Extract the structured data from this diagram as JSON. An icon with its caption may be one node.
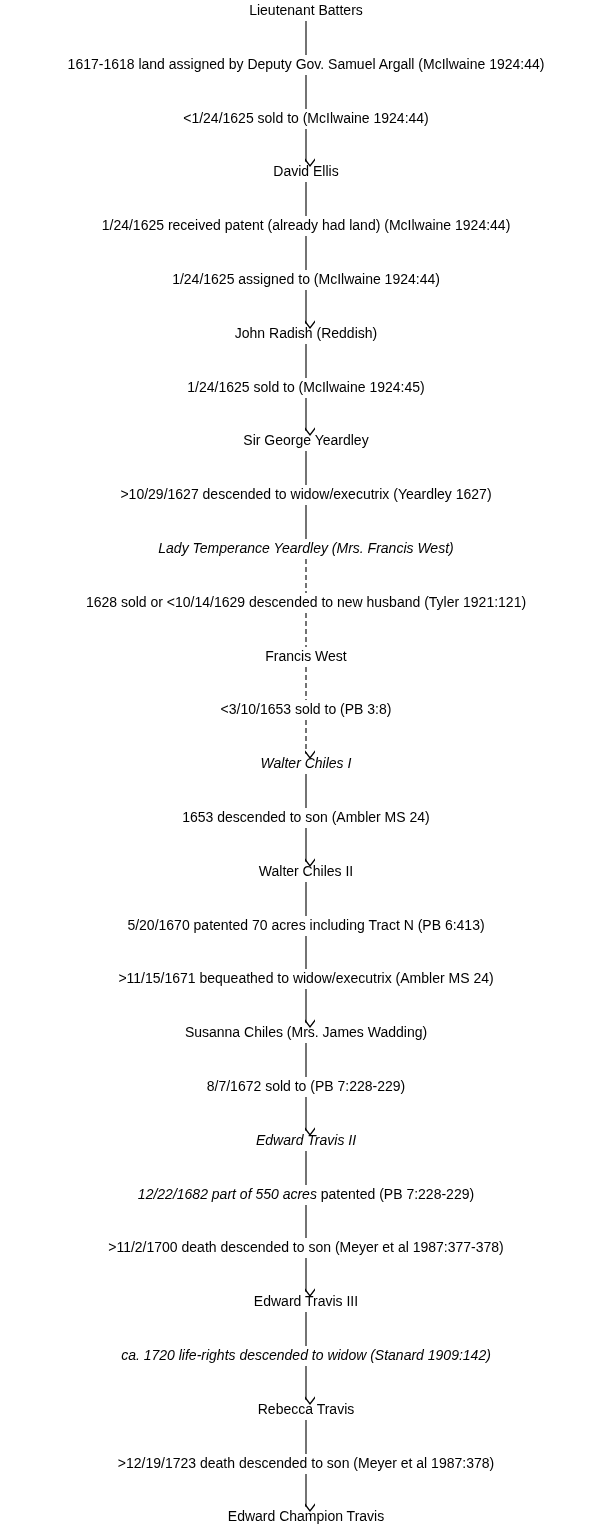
{
  "diagram": {
    "nodes": [
      {
        "text": [
          "Lieutenant Batters"
        ]
      },
      {
        "text": [
          "1617-1618 land assigned by Deputy Gov. Samuel Argall (McIlwaine 1924:44)"
        ]
      },
      {
        "text": [
          "<1/24/1625 sold to (McIlwaine 1924:44)"
        ]
      },
      {
        "text": [
          "David Ellis"
        ]
      },
      {
        "text": [
          "1/24/1625 received patent (already had land) (McIlwaine 1924:44)"
        ]
      },
      {
        "text": [
          "1/24/1625 assigned to (McIlwaine 1924:44)"
        ]
      },
      {
        "text": [
          "John Radish (Reddish)"
        ]
      },
      {
        "text": [
          "1/24/1625 sold to (McIlwaine 1924:45)"
        ]
      },
      {
        "text": [
          "Sir George Yeardley"
        ]
      },
      {
        "text": [
          ">10/29/1627 descended to widow/executrix (Yeardley 1627)"
        ]
      },
      {
        "text": [
          "Lady Temperance Yeardley (Mrs. Francis West)"
        ]
      },
      {
        "text": [
          "1628 sold or <10/14/1629 descended to new husband (Tyler 1921:121)"
        ]
      },
      {
        "text": [
          "Francis West"
        ]
      },
      {
        "text": [
          "<3/10/1653 sold to (PB 3:8)"
        ]
      },
      {
        "text": [
          "Walter Chiles I"
        ]
      },
      {
        "text": [
          "1653 descended to son (Ambler MS 24)"
        ]
      },
      {
        "text": [
          "Walter Chiles II"
        ]
      },
      {
        "text": [
          "5/20/1670 patented 70 acres including Tract N (PB 6:413)"
        ]
      },
      {
        "text": [
          ">11/15/1671 bequeathed to widow/executrix (Ambler MS 24)"
        ]
      },
      {
        "text": [
          "Susanna Chiles (Mrs. James Wadding)"
        ]
      },
      {
        "text": [
          "8/7/1672 sold to (PB 7:228-229)"
        ]
      },
      {
        "text": [
          "Edward Travis II"
        ]
      },
      {
        "text": [
          "*12/22/1682 part of 550 acres* patented (PB 7:228-229)"
        ]
      },
      {
        "text": [
          ">11/2/1700 death descended to son (Meyer et al 1987:377-378)"
        ]
      },
      {
        "text": [
          "Edward Travis III"
        ]
      },
      {
        "text": [
          "ca. 1720 life-rights descended to widow (Stanard 1909:142)"
        ]
      },
      {
        "text": [
          "Rebecca Travis"
        ]
      },
      {
        "text": [
          ">12/19/1723 death descended to son (Meyer et al 1987:378)"
        ]
      },
      {
        "text": [
          "Edward Champion Travis"
        ]
      }
    ],
    "edges": [
      {
        "from": 0,
        "to": 1,
        "arrow": "none"
      },
      {
        "from": 1,
        "to": 2,
        "arrow": "none"
      },
      {
        "from": 2,
        "to": 3,
        "arrow": "to"
      },
      {
        "from": 3,
        "to": 4,
        "arrow": "none"
      },
      {
        "from": 4,
        "to": 5,
        "arrow": "none"
      },
      {
        "from": 5,
        "to": 6,
        "arrow": "to"
      },
      {
        "from": 6,
        "to": 7,
        "arrow": "none"
      },
      {
        "from": 7,
        "to": 8,
        "arrow": "to"
      },
      {
        "from": 8,
        "to": 9,
        "arrow": "none"
      },
      {
        "from": 9,
        "to": 10,
        "arrow": "none"
      },
      {
        "from": 10,
        "to": 11,
        "arrow": "none",
        "style": "dashed"
      },
      {
        "from": 11,
        "to": 12,
        "arrow": "none",
        "style": "dashed"
      },
      {
        "from": 12,
        "to": 13,
        "arrow": "none",
        "style": "dashed"
      },
      {
        "from": 13,
        "to": 14,
        "arrow": "to",
        "style": "dashed"
      },
      {
        "from": 14,
        "to": 15,
        "arrow": "none"
      },
      {
        "from": 15,
        "to": 16,
        "arrow": "to"
      },
      {
        "from": 16,
        "to": 17,
        "arrow": "none"
      },
      {
        "from": 17,
        "to": 18,
        "arrow": "none"
      },
      {
        "from": 18,
        "to": 19,
        "arrow": "to"
      },
      {
        "from": 19,
        "to": 20,
        "arrow": "none"
      },
      {
        "from": 20,
        "to": 21,
        "arrow": "to"
      },
      {
        "from": 21,
        "to": 22,
        "arrow": "none"
      },
      {
        "from": 22,
        "to": 23,
        "arrow": "none"
      },
      {
        "from": 23,
        "to": 24,
        "arrow": "to"
      },
      {
        "from": 24,
        "to": 25,
        "arrow": "none"
      },
      {
        "from": 25,
        "to": 26,
        "arrow": "to"
      },
      {
        "from": 26,
        "to": 27,
        "arrow": "none"
      },
      {
        "from": 27,
        "to": 28,
        "arrow": "to"
      }
    ]
  }
}
